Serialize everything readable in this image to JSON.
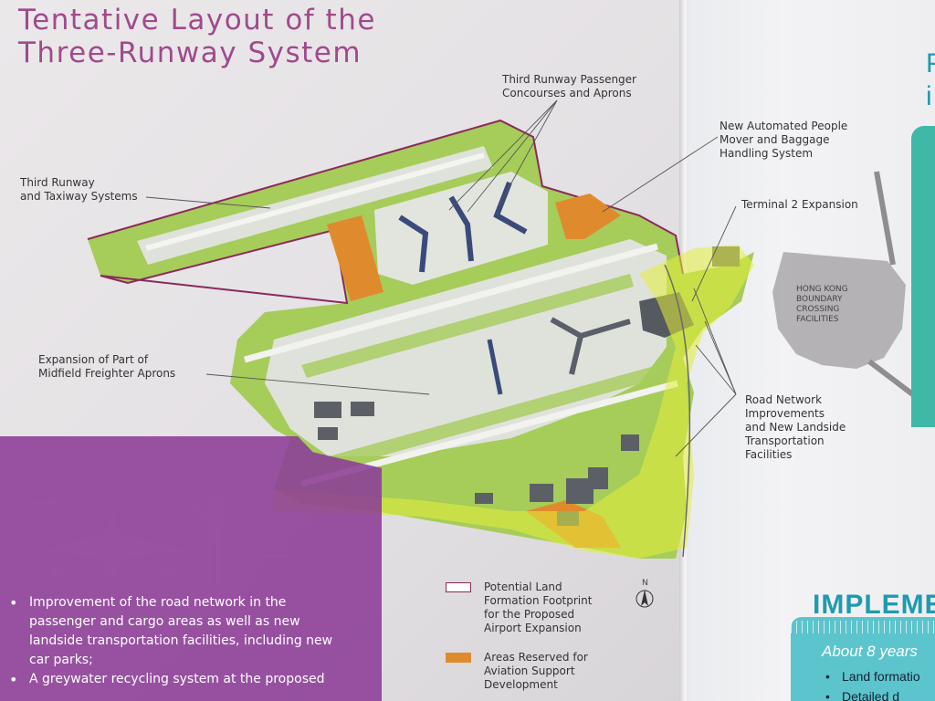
{
  "title": "Tentative Layout of the\nThree-Runway System",
  "callouts": {
    "concourses": "Third Runway Passenger\nConcourses and Aprons",
    "people_mover": "New Automated People\nMover and Baggage\nHandling System",
    "third_runway": "Third Runway\nand Taxiway Systems",
    "terminal2": "Terminal 2 Expansion",
    "hkbcf": "HONG KONG\nBOUNDARY\nCROSSING\nFACILITIES",
    "midfield": "Expansion of Part of\nMidfield Freighter Aprons",
    "road_network": "Road Network\nImprovements\nand New Landside\nTransportation\nFacilities"
  },
  "legend": {
    "footprint": "Potential Land\nFormation Footprint\nfor the Proposed\nAirport Expansion",
    "reserved": "Areas Reserved for\nAviation Support\nDevelopment"
  },
  "north_label": "N",
  "bullets": [
    "Improvement of the road network in the passenger and cargo areas as well as new landside transportation facilities, including new car parks;",
    "A greywater recycling system at the proposed"
  ],
  "right_page": {
    "heading_top": "P\ni",
    "implementation_heading": "IMPLEME",
    "timeline_label": "About 8 years",
    "bullets": [
      "Land formatio",
      "Detailed d"
    ]
  },
  "colors": {
    "title": "#a04a8c",
    "green": "#a6cc5a",
    "taxiway": "#e2e5de",
    "orange": "#e08a2e",
    "purple_panel": "#8c3c96",
    "teal": "#1e9bb0",
    "yellow_overlay": "#e4ee3a",
    "footprint_outline": "#8a2a5a"
  }
}
